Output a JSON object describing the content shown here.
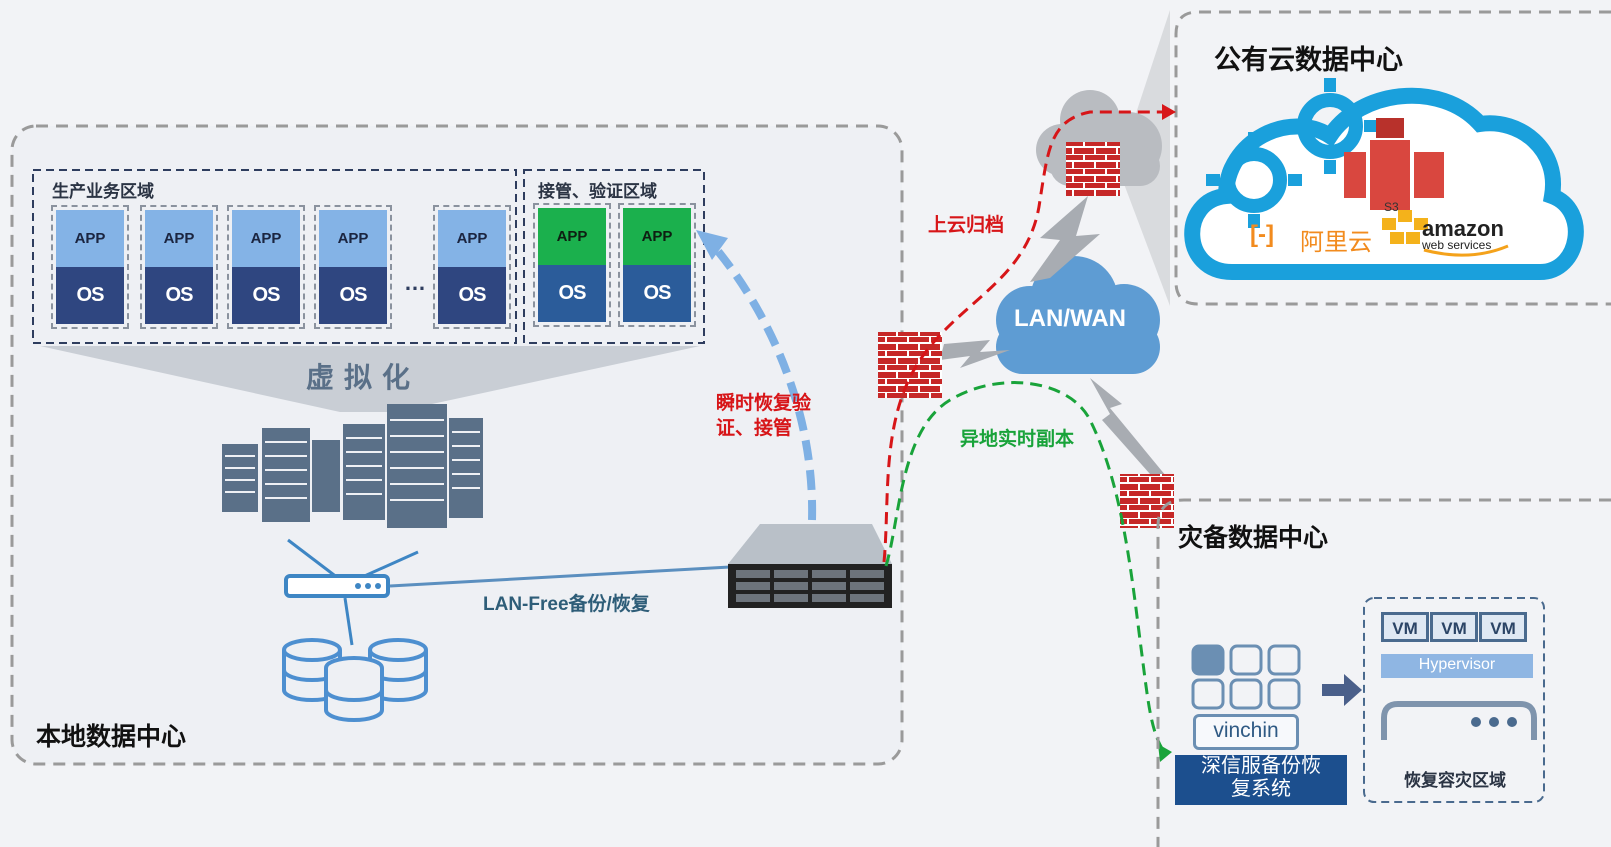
{
  "local_dc": {
    "title": "本地数据中心",
    "production_zone": "生产业务区域",
    "takeover_zone": "接管、验证区域",
    "virtualization": "虚拟化",
    "app_label": "APP",
    "os_label": "OS",
    "ellipsis": "…",
    "lan_free": "LAN-Free备份/恢复"
  },
  "flows": {
    "instant_recovery_line1": "瞬时恢复验",
    "instant_recovery_line2": "证、接管",
    "cloud_archive": "上云归档",
    "remote_replica": "异地实时副本"
  },
  "network": {
    "label": "LAN/WAN"
  },
  "public_cloud": {
    "title": "公有云数据中心",
    "aliyun": "阿里云",
    "aliyun_mark": "[-]",
    "amazon": "amazon",
    "webservices": "web services",
    "s3": "S3"
  },
  "dr_dc": {
    "title": "灾备数据中心",
    "vinchin": "vinchin",
    "system_line1": "深信服备份恢",
    "system_line2": "复系统",
    "vm": "VM",
    "hypervisor": "Hypervisor",
    "recovery_zone": "恢复容灾区域"
  },
  "colors": {
    "red_flow": "#d71518",
    "green_flow": "#19a33a",
    "blue_flow": "#7eb0e4",
    "cloud_blue": "#5e9cd3",
    "firewall": "#c62828"
  }
}
